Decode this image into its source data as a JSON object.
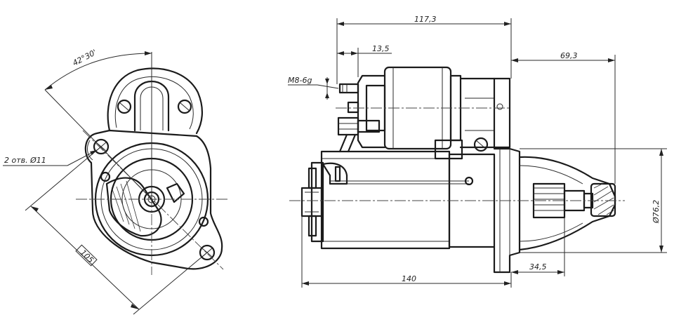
{
  "front_view": {
    "angle_label": "42°30'",
    "holes_label": "2 отв. Ø11",
    "bolt_spacing_label": "105"
  },
  "side_view": {
    "overall_to_solenoid_label": "117,3",
    "terminal_offset_label": "13,5",
    "terminal_thread_label": "M8-6g",
    "front_overhang_label": "69,3",
    "flange_diameter_label": "Ø76,2",
    "body_length_label": "140",
    "pinion_offset_label": "34,5"
  }
}
